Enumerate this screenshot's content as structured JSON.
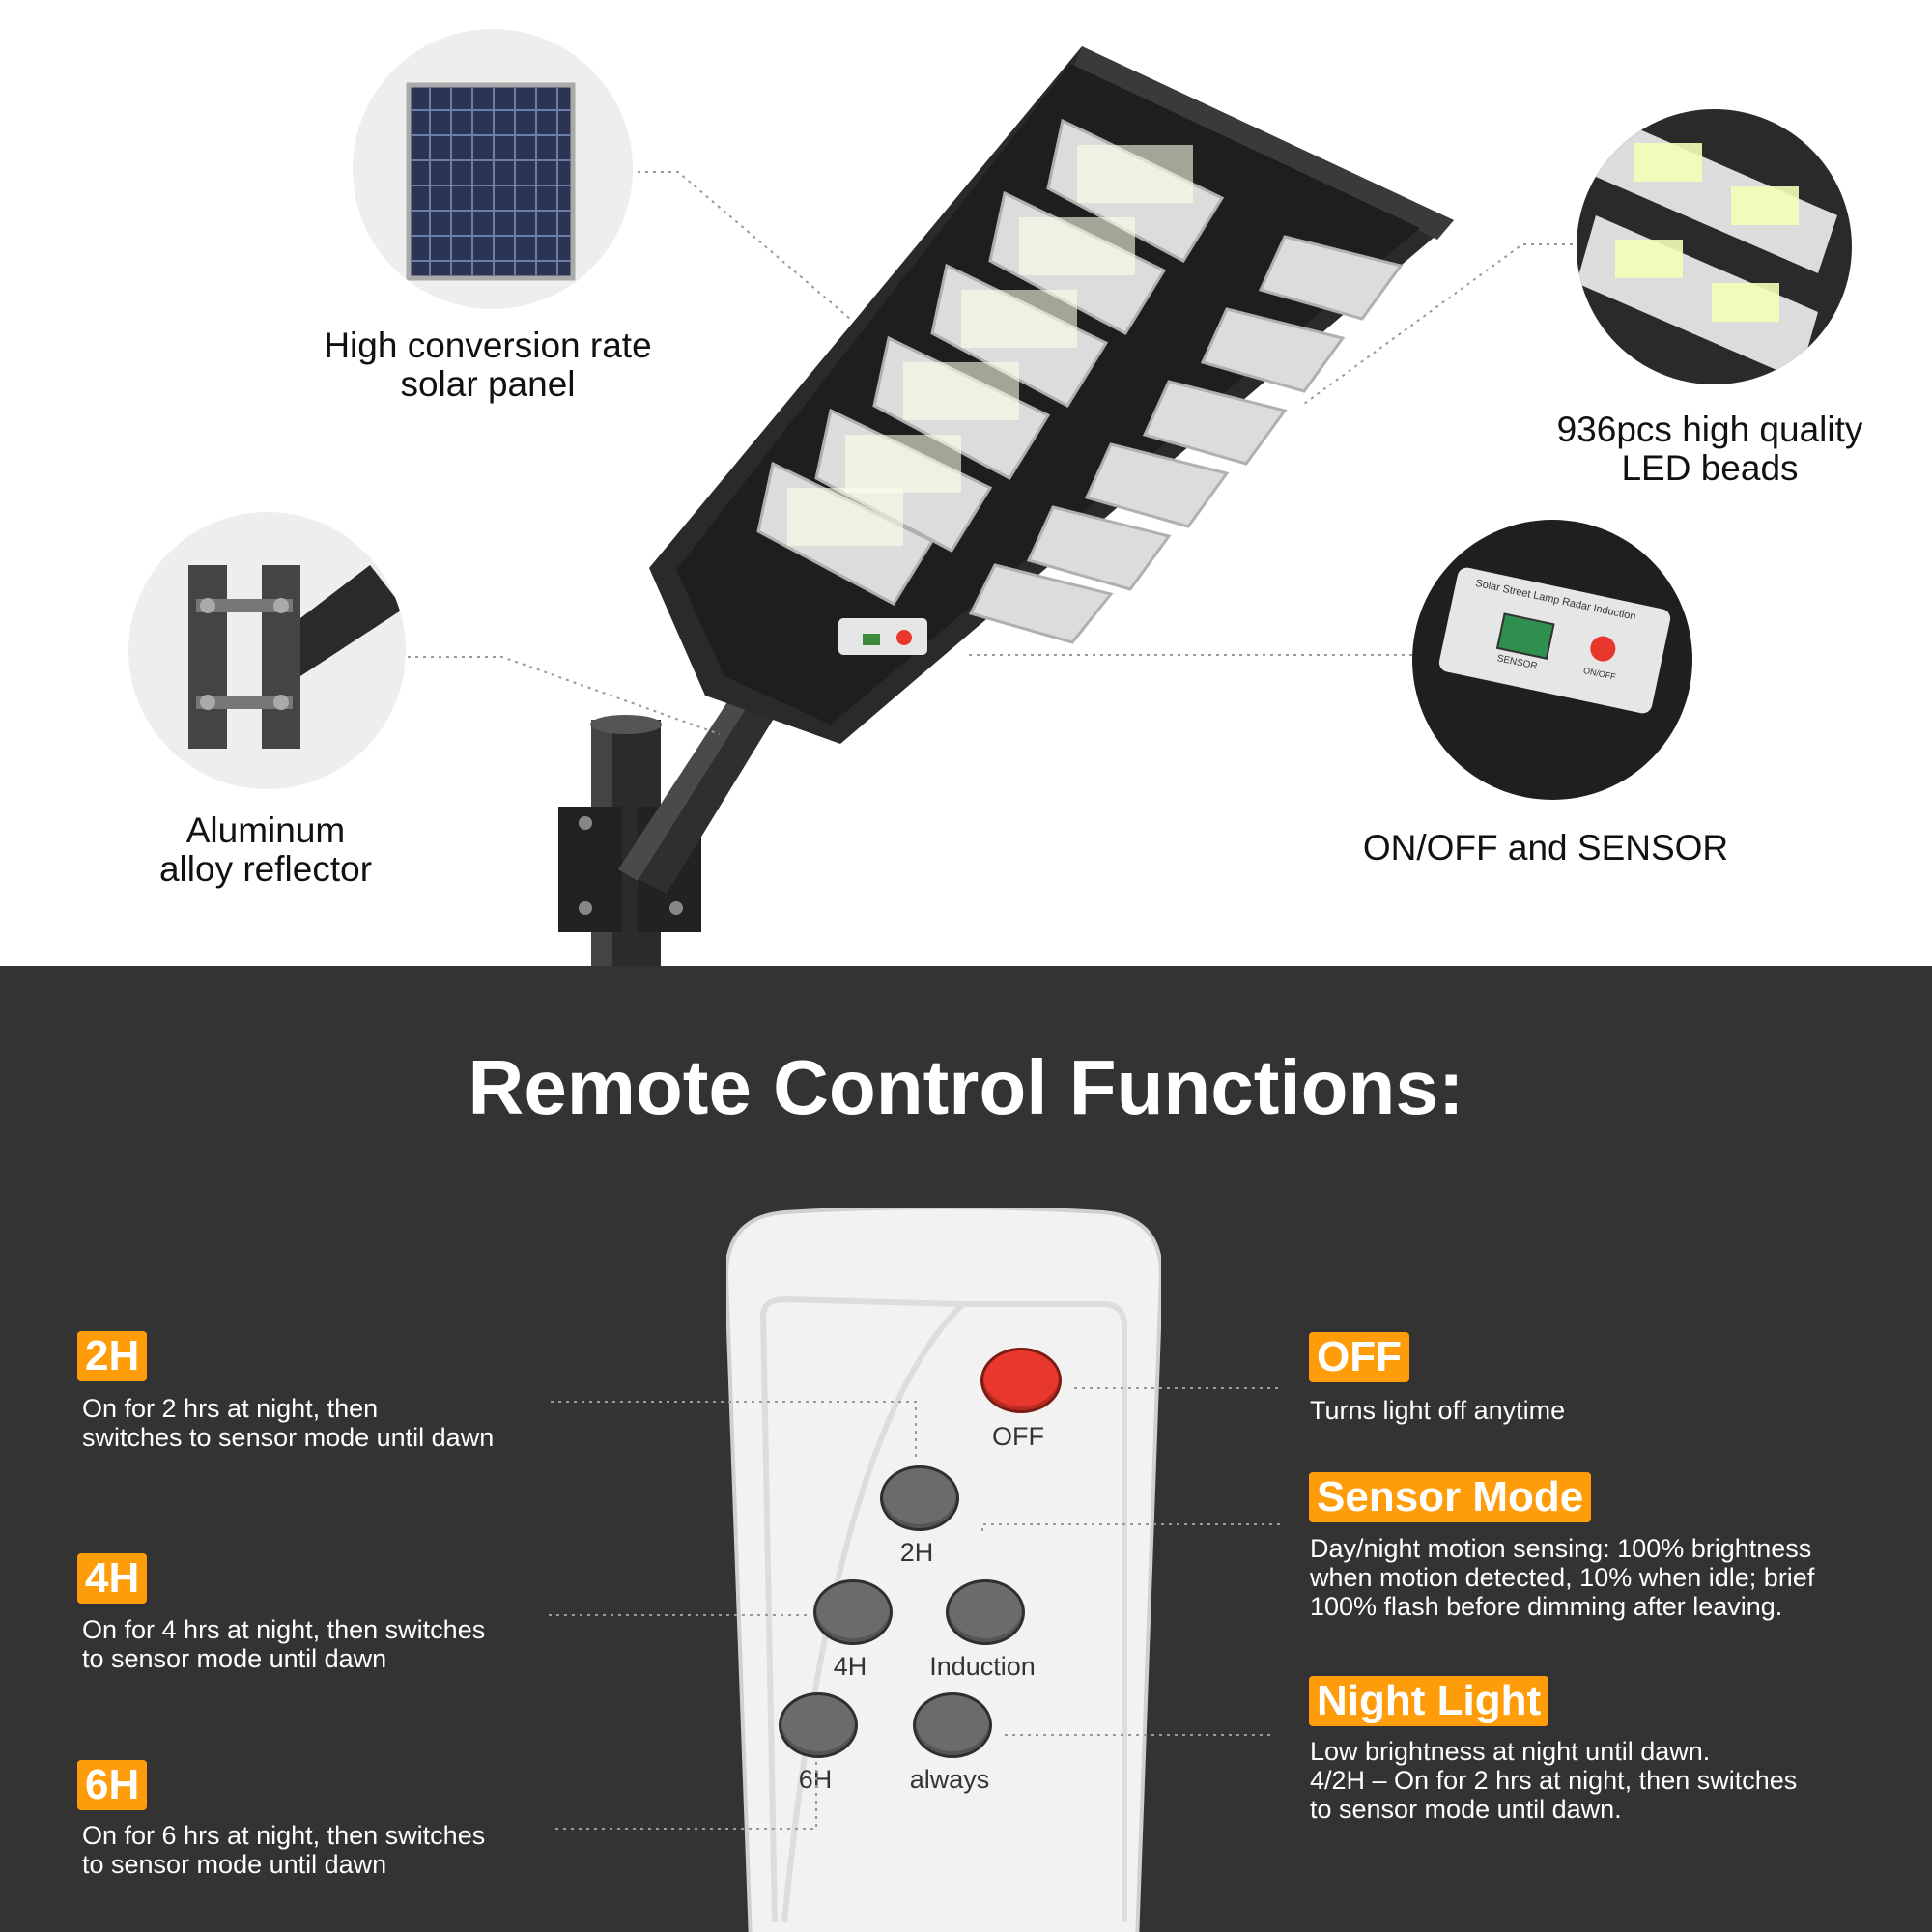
{
  "features": {
    "solar_panel": "High conversion rate\nsolar panel",
    "led_beads": "936pcs high quality\nLED beads",
    "reflector": "Aluminum\nalloy reflector",
    "switch": "ON/OFF and SENSOR"
  },
  "switch_panel": {
    "title": "Solar Street Lamp Radar Induction",
    "sensor_label": "SENSOR",
    "onoff_label": "ON/OFF"
  },
  "remote_section": {
    "heading": "Remote Control Functions:"
  },
  "remote_buttons": {
    "off": "OFF",
    "h2": "2H",
    "h4": "4H",
    "induction": "Induction",
    "h6": "6H",
    "always": "always"
  },
  "functions_left": [
    {
      "badge": "2H",
      "desc": "On for 2 hrs at night, then\nswitches to sensor mode until dawn"
    },
    {
      "badge": "4H",
      "desc": "On for 4 hrs at night, then switches\nto sensor mode until dawn"
    },
    {
      "badge": "6H",
      "desc": "On for 6 hrs at night, then switches\nto sensor mode until dawn"
    }
  ],
  "functions_right": [
    {
      "badge": "OFF",
      "desc": "Turns light off anytime"
    },
    {
      "badge": "Sensor Mode",
      "desc": "Day/night motion sensing: 100% brightness\nwhen motion detected, 10% when idle; brief\n100% flash before dimming after leaving."
    },
    {
      "badge": "Night Light",
      "desc": "Low brightness at night until dawn.\n4/2H – On for 2 hrs at night, then switches\nto sensor mode until dawn."
    }
  ],
  "colors": {
    "accent": "#ff9c0a",
    "dark_bg": "#333333",
    "off_button": "#e8382d"
  }
}
